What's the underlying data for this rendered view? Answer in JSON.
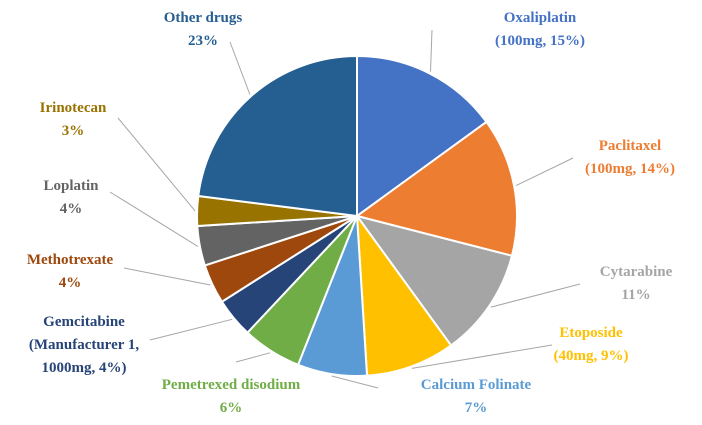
{
  "chart_data": {
    "type": "pie",
    "title": "",
    "slices": [
      {
        "label_lines": [
          "Oxaliplatin",
          "(100mg, 15%)"
        ],
        "value": 15,
        "color": "#4472C4"
      },
      {
        "label_lines": [
          "Paclitaxel",
          "(100mg, 14%)"
        ],
        "value": 14,
        "color": "#ED7D31"
      },
      {
        "label_lines": [
          "Cytarabine",
          "11%"
        ],
        "value": 11,
        "color": "#A5A5A5"
      },
      {
        "label_lines": [
          "Etoposide",
          "(40mg, 9%)"
        ],
        "value": 9,
        "color": "#FFC000"
      },
      {
        "label_lines": [
          "Calcium Folinate",
          "7%"
        ],
        "value": 7,
        "color": "#5B9BD5"
      },
      {
        "label_lines": [
          "Pemetrexed disodium",
          "6%"
        ],
        "value": 6,
        "color": "#70AD47"
      },
      {
        "label_lines": [
          "Gemcitabine",
          "(Manufacturer 1,",
          "1000mg, 4%)"
        ],
        "value": 4,
        "color": "#264478"
      },
      {
        "label_lines": [
          "Methotrexate",
          "4%"
        ],
        "value": 4,
        "color": "#9E480E"
      },
      {
        "label_lines": [
          "Loplatin",
          "4%"
        ],
        "value": 4,
        "color": "#636363"
      },
      {
        "label_lines": [
          "Irinotecan",
          "3%"
        ],
        "value": 3,
        "color": "#997300"
      },
      {
        "label_lines": [
          "Other drugs",
          "23%"
        ],
        "value": 23,
        "color": "#255E91"
      }
    ],
    "label_colors": [
      "#4472C4",
      "#ED7D31",
      "#A5A5A5",
      "#FFC000",
      "#5B9BD5",
      "#70AD47",
      "#264478",
      "#9E480E",
      "#636363",
      "#997300",
      "#255E91"
    ],
    "leader_line_color": "#A6A6A6",
    "legend": "none"
  }
}
